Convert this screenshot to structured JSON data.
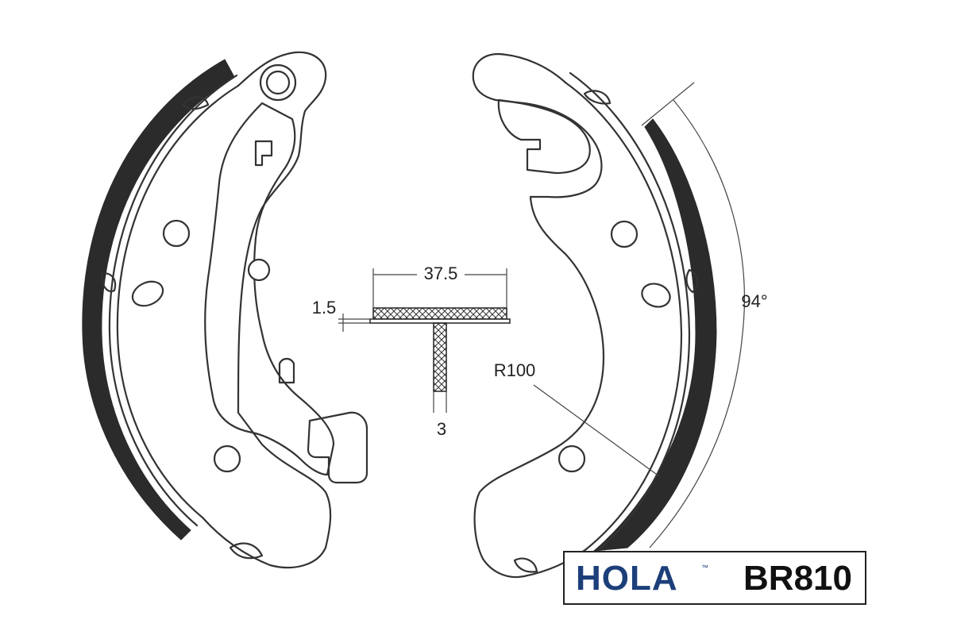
{
  "diagram": {
    "dimensions": {
      "width": "37.5",
      "lining_thickness": "1.5",
      "web_thickness": "3",
      "radius": "R100",
      "angle": "94°"
    }
  },
  "brand": {
    "logo_text": "HOLA",
    "trademark": "™",
    "logo_color": "#1c3f7a",
    "part_number": "BR810"
  },
  "colors": {
    "line": "#333333",
    "lining": "#2b2b2b",
    "background": "#ffffff"
  }
}
